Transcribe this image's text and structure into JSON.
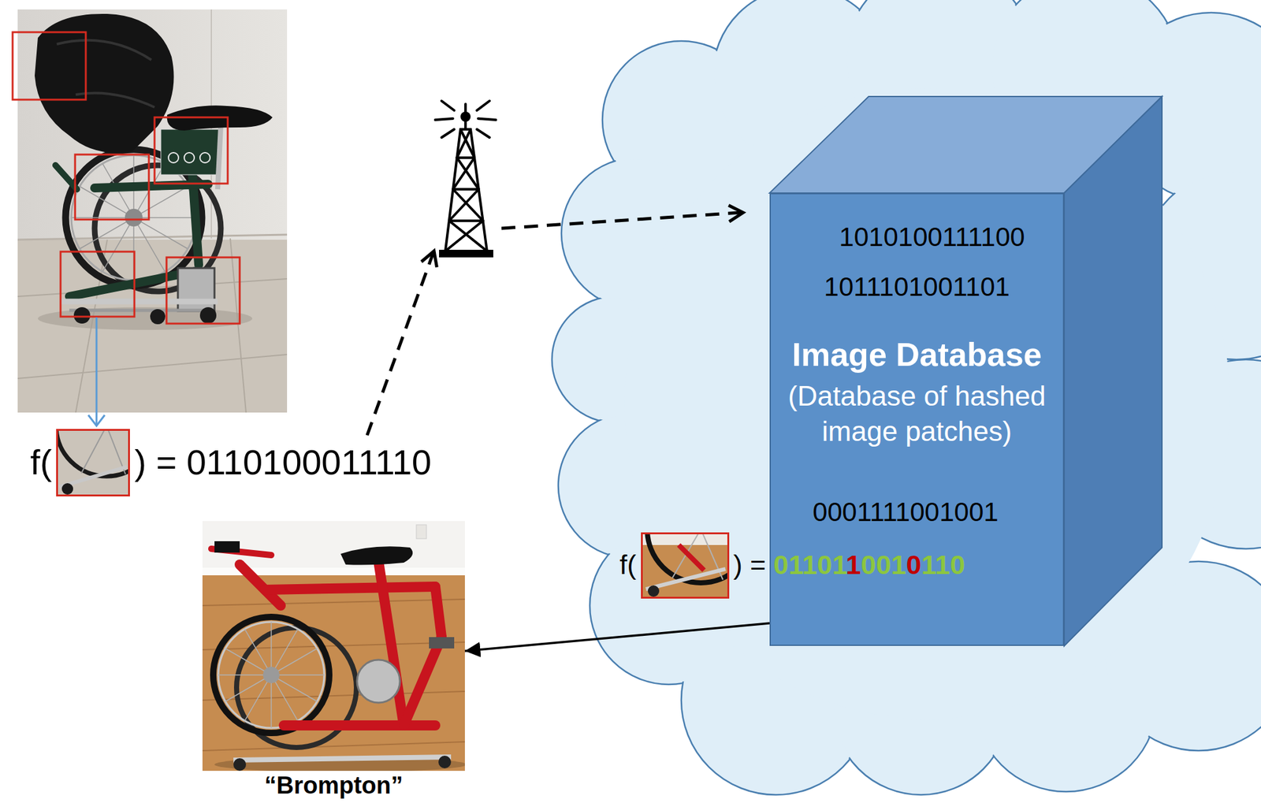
{
  "diagram": {
    "nodes": [
      {
        "text": [
          "1010100111100",
          "1011101001101",
          "Image Database",
          "(Database of hashed image patches)",
          "0001111001001"
        ]
      },
      {
        "text": [
          "“Brompton”"
        ]
      }
    ],
    "edges": [
      {
        "from": 0,
        "to": 1,
        "arrow": "to"
      }
    ],
    "labels": [
      "f(",
      ") = 0110100011110",
      "f(",
      ") = 0110110010110"
    ]
  }
}
